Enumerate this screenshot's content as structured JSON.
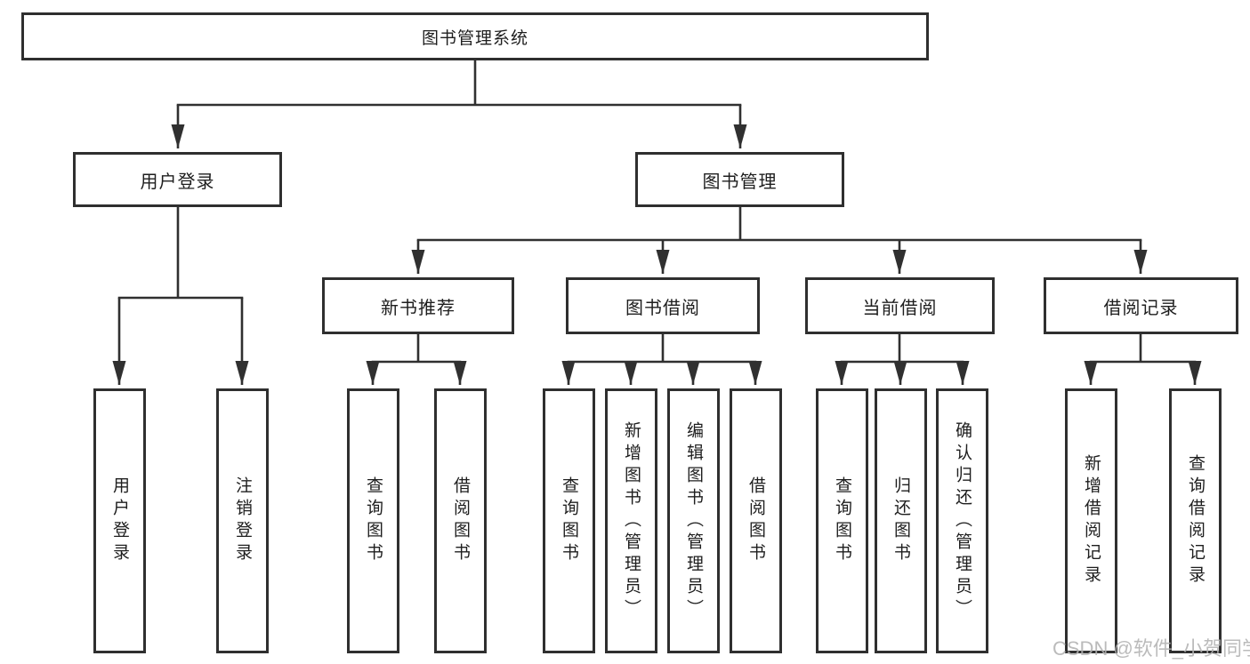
{
  "diagram": {
    "root": {
      "label": "图书管理系统"
    },
    "branches": [
      {
        "label": "用户登录",
        "leaves": [
          {
            "label": "用户登录"
          },
          {
            "label": "注销登录"
          }
        ]
      },
      {
        "label": "图书管理",
        "sections": [
          {
            "label": "新书推荐",
            "leaves": [
              {
                "label": "查询图书"
              },
              {
                "label": "借阅图书"
              }
            ]
          },
          {
            "label": "图书借阅",
            "leaves": [
              {
                "label": "查询图书"
              },
              {
                "label": "新增图书（管理员）"
              },
              {
                "label": "编辑图书（管理员）"
              },
              {
                "label": "借阅图书"
              }
            ]
          },
          {
            "label": "当前借阅",
            "leaves": [
              {
                "label": "查询图书"
              },
              {
                "label": "归还图书"
              },
              {
                "label": "确认归还（管理员）"
              }
            ]
          },
          {
            "label": "借阅记录",
            "leaves": [
              {
                "label": "新增借阅记录"
              },
              {
                "label": "查询借阅记录"
              }
            ]
          }
        ]
      }
    ]
  },
  "watermark": {
    "text": "CSDN @软件_小贺同学"
  },
  "colors": {
    "line": "#303030",
    "box_border": "#2f2f2f",
    "text": "#1e1e1e",
    "background": "#ffffff",
    "watermark": "#b2b2b2"
  }
}
